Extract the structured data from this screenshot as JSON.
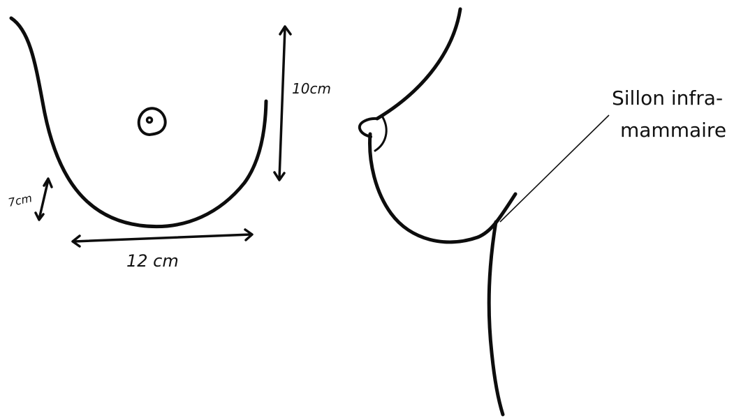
{
  "front_view": {
    "measurements": {
      "width_label": "12 cm",
      "height_label": "10cm",
      "lower_pole_label": "7cm"
    }
  },
  "side_view": {
    "callout": {
      "line1": "Sillon infra-",
      "line2": "mammaire"
    }
  },
  "colors": {
    "ink": "#0d0d0d",
    "background": "#ffffff"
  }
}
